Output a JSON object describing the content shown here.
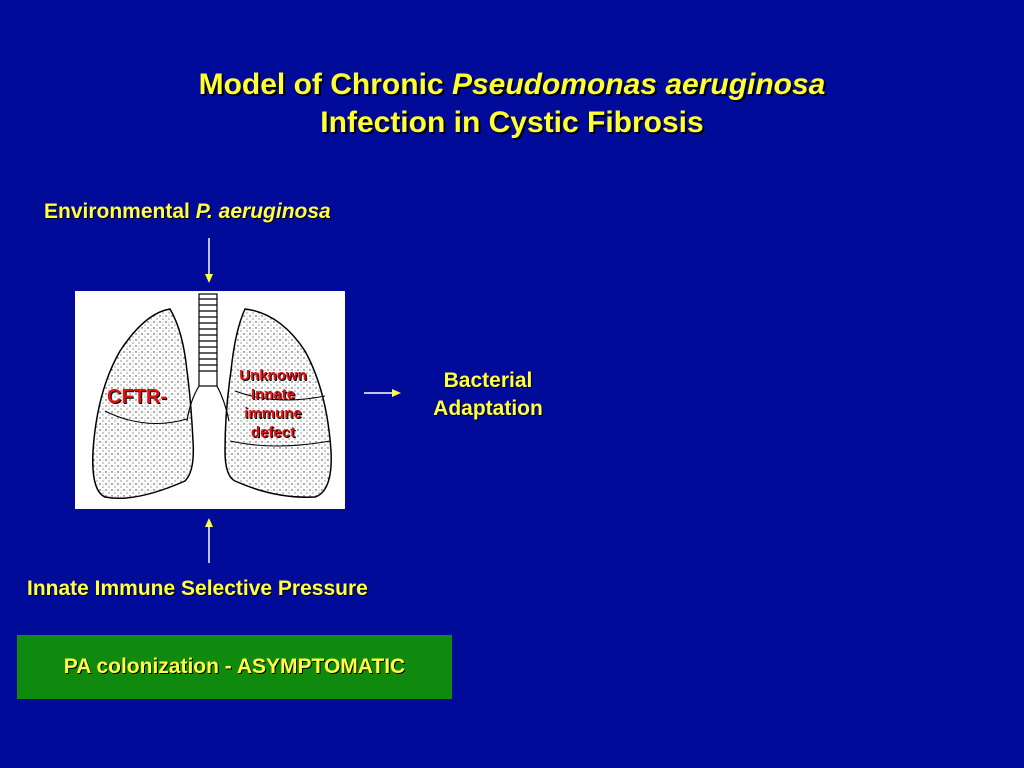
{
  "title": {
    "line1_prefix": "Model of Chronic ",
    "line1_italic": "Pseudomonas aeruginosa",
    "line2": "Infection in Cystic Fibrosis"
  },
  "environment": {
    "prefix": "Environmental ",
    "italic": "P. aeruginosa"
  },
  "lung": {
    "left_label": "CFTR-",
    "right_label_lines": [
      "Unknown",
      "Innate",
      "immune",
      "defect"
    ]
  },
  "outcome": {
    "lines": [
      "Bacterial",
      "Adaptation"
    ]
  },
  "pressure_label": "Innate Immune Selective Pressure",
  "status": {
    "label": "PA colonization - ASYMPTOMATIC",
    "color": "#0f8a0f"
  },
  "colors": {
    "background": "#000c99",
    "text": "#ffff44",
    "highlight": "#e01010"
  }
}
